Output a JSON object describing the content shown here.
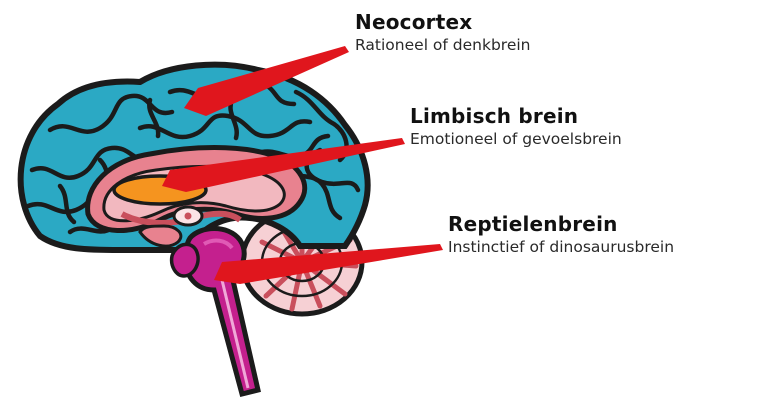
{
  "labels": {
    "neocortex": {
      "title": "Neocortex",
      "subtitle": "Rationeel of denkbrein"
    },
    "limbic": {
      "title": "Limbisch brein",
      "subtitle": "Emotioneel of gevoelsbrein"
    },
    "reptilian": {
      "title": "Reptielenbrein",
      "subtitle": "Instinctief of dinosaurusbrein"
    }
  },
  "colors": {
    "cortex": "#2ba9c4",
    "outline": "#1b1b1b",
    "limbic_inner": "#f2b8bf",
    "limbic_ring": "#e8828f",
    "thalamus": "#f5941f",
    "brainstem": "#c4208e",
    "brainstem_light": "#e05ab5",
    "cerebellum": "#d9727d",
    "arrow": "#e0161d",
    "background": "#ffffff"
  }
}
